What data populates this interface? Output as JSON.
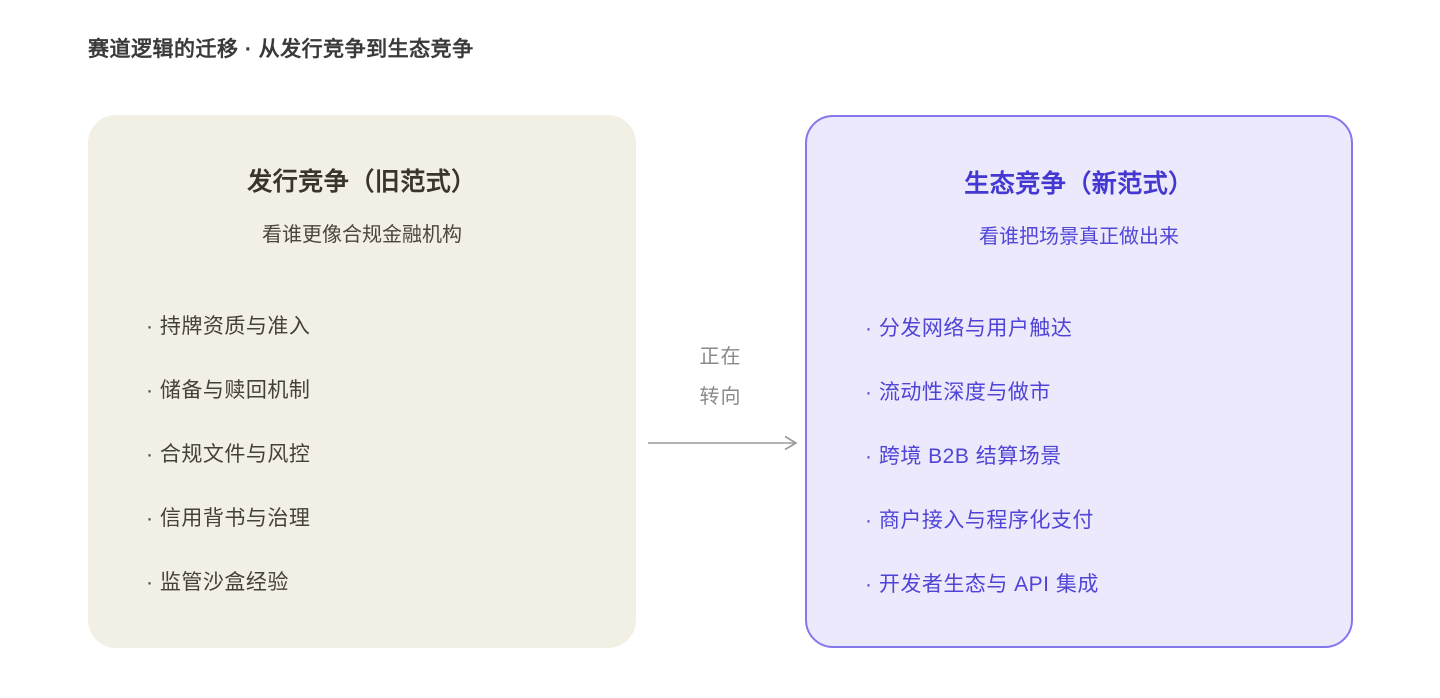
{
  "page": {
    "title": "赛道逻辑的迁移 · 从发行竞争到生态竞争"
  },
  "left_card": {
    "title": "发行竞争（旧范式）",
    "subtitle": "看谁更像合规金融机构",
    "items": [
      "· 持牌资质与准入",
      "· 储备与赎回机制",
      "· 合规文件与风控",
      "· 信用背书与治理",
      "· 监管沙盒经验"
    ]
  },
  "transition": {
    "line1": "正在",
    "line2": "转向"
  },
  "right_card": {
    "title": "生态竞争（新范式）",
    "subtitle": "看谁把场景真正做出来",
    "items": [
      "· 分发网络与用户触达",
      "· 流动性深度与做市",
      "· 跨境 B2B 结算场景",
      "· 商户接入与程序化支付",
      "· 开发者生态与 API 集成"
    ]
  },
  "colors": {
    "left_card_bg": "#f2efe4",
    "left_card_text": "#44403a",
    "right_card_bg": "#ebe9fb",
    "right_card_border": "#8478ec",
    "right_card_text": "#5044d6",
    "transition_text": "#8a8a8a",
    "arrow": "#9a9a9a",
    "page_title_text": "#3a3a3a"
  }
}
